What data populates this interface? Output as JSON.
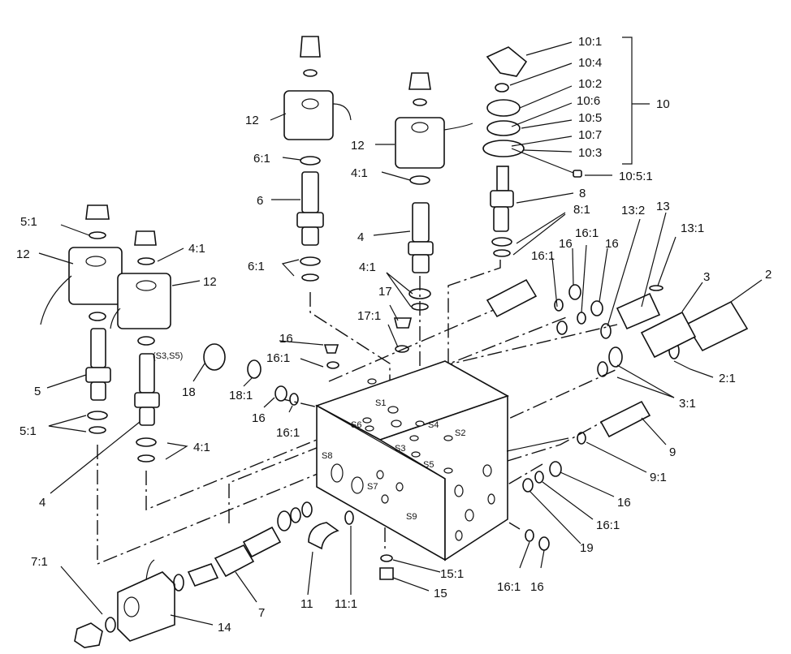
{
  "callouts": [
    {
      "id": "c-10-1",
      "text": "10:1"
    },
    {
      "id": "c-10-4",
      "text": "10:4"
    },
    {
      "id": "c-10-2",
      "text": "10:2"
    },
    {
      "id": "c-10-6",
      "text": "10:6"
    },
    {
      "id": "c-10-5",
      "text": "10:5"
    },
    {
      "id": "c-10-7",
      "text": "10:7"
    },
    {
      "id": "c-10-3",
      "text": "10:3"
    },
    {
      "id": "c-10",
      "text": "10"
    },
    {
      "id": "c-10-5-1",
      "text": "10:5:1"
    },
    {
      "id": "c-8",
      "text": "8"
    },
    {
      "id": "c-8-1",
      "text": "8:1"
    },
    {
      "id": "c-13-2",
      "text": "13:2"
    },
    {
      "id": "c-13",
      "text": "13"
    },
    {
      "id": "c-13-1",
      "text": "13:1"
    },
    {
      "id": "c-3",
      "text": "3"
    },
    {
      "id": "c-2",
      "text": "2"
    },
    {
      "id": "c-2-1",
      "text": "2:1"
    },
    {
      "id": "c-3-1",
      "text": "3:1"
    },
    {
      "id": "c-9",
      "text": "9"
    },
    {
      "id": "c-9-1",
      "text": "9:1"
    },
    {
      "id": "c-16-a",
      "text": "16"
    },
    {
      "id": "c-16-1-a",
      "text": "16:1"
    },
    {
      "id": "c-19",
      "text": "19"
    },
    {
      "id": "c-16-b",
      "text": "16"
    },
    {
      "id": "c-16-1-b",
      "text": "16:1"
    },
    {
      "id": "c-16-1-c",
      "text": "16:1"
    },
    {
      "id": "c-16-c",
      "text": "16"
    },
    {
      "id": "c-16-1-d",
      "text": "16:1"
    },
    {
      "id": "c-16-d",
      "text": "16"
    },
    {
      "id": "c-12-a",
      "text": "12"
    },
    {
      "id": "c-12-b",
      "text": "12"
    },
    {
      "id": "c-12-c",
      "text": "12"
    },
    {
      "id": "c-12-d",
      "text": "12"
    },
    {
      "id": "c-6-1-a",
      "text": "6:1"
    },
    {
      "id": "c-6",
      "text": "6"
    },
    {
      "id": "c-6-1-b",
      "text": "6:1"
    },
    {
      "id": "c-4-1-a",
      "text": "4:1"
    },
    {
      "id": "c-4-a",
      "text": "4"
    },
    {
      "id": "c-4-1-b",
      "text": "4:1"
    },
    {
      "id": "c-17",
      "text": "17"
    },
    {
      "id": "c-17-1",
      "text": "17:1"
    },
    {
      "id": "c-5-1-a",
      "text": "5:1"
    },
    {
      "id": "c-4-1-c",
      "text": "4:1"
    },
    {
      "id": "c-s3s5",
      "text": "(S3,S5)"
    },
    {
      "id": "c-18",
      "text": "18"
    },
    {
      "id": "c-18-1",
      "text": "18:1"
    },
    {
      "id": "c-16-e",
      "text": "16"
    },
    {
      "id": "c-16-1-e",
      "text": "16:1"
    },
    {
      "id": "c-16-f",
      "text": "16"
    },
    {
      "id": "c-16-1-f",
      "text": "16:1"
    },
    {
      "id": "c-5",
      "text": "5"
    },
    {
      "id": "c-5-1-b",
      "text": "5:1"
    },
    {
      "id": "c-4-b",
      "text": "4"
    },
    {
      "id": "c-4-1-d",
      "text": "4:1"
    },
    {
      "id": "c-7-1",
      "text": "7:1"
    },
    {
      "id": "c-14",
      "text": "14"
    },
    {
      "id": "c-7",
      "text": "7"
    },
    {
      "id": "c-11",
      "text": "11"
    },
    {
      "id": "c-11-1",
      "text": "11:1"
    },
    {
      "id": "c-15-1",
      "text": "15:1"
    },
    {
      "id": "c-15",
      "text": "15"
    }
  ],
  "ports": [
    {
      "id": "p-s1",
      "text": "S1"
    },
    {
      "id": "p-s6",
      "text": "S6"
    },
    {
      "id": "p-s4",
      "text": "S4"
    },
    {
      "id": "p-s2",
      "text": "S2"
    },
    {
      "id": "p-s3",
      "text": "S3"
    },
    {
      "id": "p-s5",
      "text": "S5"
    },
    {
      "id": "p-s8",
      "text": "S8"
    },
    {
      "id": "p-s7",
      "text": "S7"
    },
    {
      "id": "p-s9",
      "text": "S9"
    }
  ]
}
